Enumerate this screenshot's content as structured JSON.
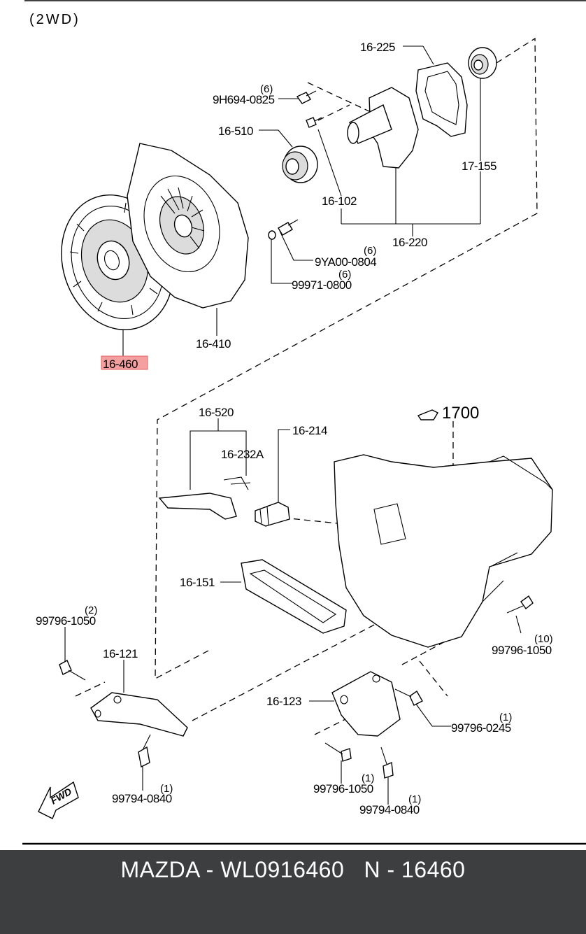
{
  "diagram": {
    "header": "(2WD)",
    "highlight_color": "#f4a0a0",
    "ref_label": "1700",
    "fwd_label": "FWD",
    "parts": [
      {
        "id": "16-225"
      },
      {
        "id": "9H694-0825",
        "qty": "(6)"
      },
      {
        "id": "16-510"
      },
      {
        "id": "17-155"
      },
      {
        "id": "16-102"
      },
      {
        "id": "16-220"
      },
      {
        "id": "9YA00-0804",
        "qty": "(6)"
      },
      {
        "id": "99971-0800",
        "qty": "(6)"
      },
      {
        "id": "16-410"
      },
      {
        "id": "16-460",
        "highlighted": true
      },
      {
        "id": "16-520"
      },
      {
        "id": "16-214"
      },
      {
        "id": "16-232A"
      },
      {
        "id": "16-151"
      },
      {
        "id": "99796-1050",
        "qty": "(2)"
      },
      {
        "id": "99796-1050",
        "qty": "(10)"
      },
      {
        "id": "16-121"
      },
      {
        "id": "16-123"
      },
      {
        "id": "99796-0245",
        "qty": "(1)"
      },
      {
        "id": "99796-1050",
        "qty": "(1)"
      },
      {
        "id": "99794-0840",
        "qty": "(1)"
      },
      {
        "id": "99794-0840",
        "qty": "(1)"
      }
    ]
  },
  "footer": {
    "text": "MAZDA - WL0916460   N - 16460",
    "background": "#3d3e40"
  }
}
